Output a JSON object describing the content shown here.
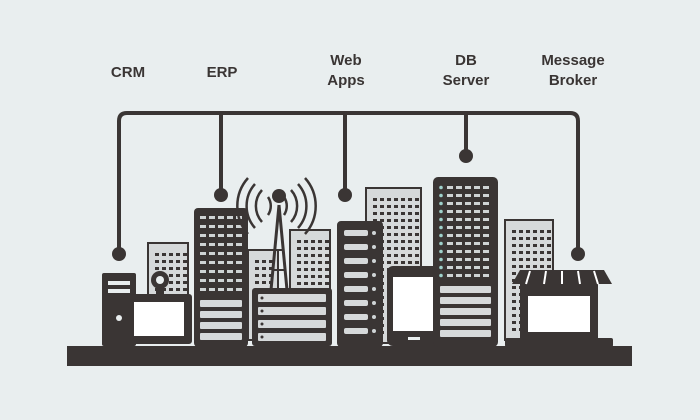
{
  "colors": {
    "background": "#e9eeef",
    "ink": "#3a3534",
    "building_light": "#d6d9da",
    "screen": "#ffffff",
    "window_dot": "#cfd4d5",
    "accent_dot": "#9fd2cc"
  },
  "labels": {
    "crm": "CRM",
    "erp": "ERP",
    "web_apps": "Web\nApps",
    "db_server": "DB\nServer",
    "message_broker": "Message\nBroker"
  },
  "icons": [
    "desktop-tower-icon",
    "webcam-icon",
    "monitor-icon",
    "server-rack-icon",
    "antenna-icon",
    "network-switch-icon",
    "tablet-icon",
    "shop-laptop-icon"
  ]
}
